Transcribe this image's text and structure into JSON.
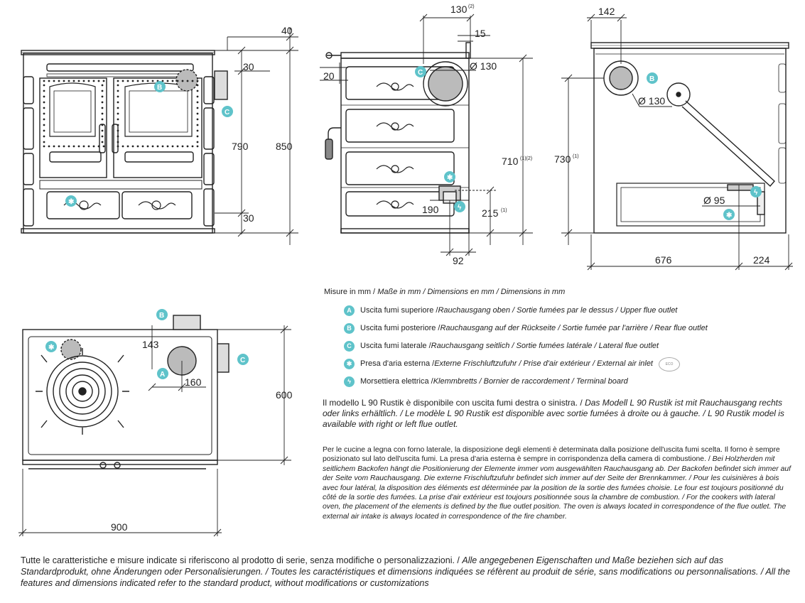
{
  "front_view": {
    "dims": {
      "w40": "40",
      "h30_top": "30",
      "h790": "790",
      "h850": "850",
      "h30_bot": "30"
    },
    "labels": {
      "b": "B",
      "c": "C",
      "air": "✱"
    }
  },
  "side_view": {
    "dims": {
      "w130": "130",
      "w130_sup": "(2)",
      "w15": "15",
      "h20": "20",
      "d130": "Ø 130",
      "h710": "710",
      "h710_sup": "(1)(2)",
      "h190": "190",
      "h215": "215",
      "h215_sup": "(1)",
      "w92": "92"
    },
    "labels": {
      "c": "C",
      "air": "✱",
      "plug": "ϟ"
    }
  },
  "rear_view": {
    "dims": {
      "w142": "142",
      "d130": "Ø 130",
      "h730": "730",
      "h730_sup": "(1)",
      "d95": "Ø 95",
      "w676": "676",
      "w224": "224"
    },
    "labels": {
      "b": "B",
      "air": "✱",
      "plug": "ϟ"
    }
  },
  "top_view": {
    "dims": {
      "w143": "143",
      "w160": "160",
      "h600": "600",
      "w900": "900"
    },
    "labels": {
      "a": "A",
      "b": "B",
      "c": "C",
      "air": "✱"
    }
  },
  "legend": {
    "title": "Misure in mm / ",
    "title_i": "Maße in mm / Dimensions en mm / Dimensions in mm",
    "items": [
      {
        "badge": "A",
        "text": "Uscita fumi superiore / ",
        "text_i": "Rauchausgang oben  / Sortie fumées par le dessus / Upper flue outlet"
      },
      {
        "badge": "B",
        "text": "Uscita fumi posteriore / ",
        "text_i": " Rauchausgang auf der Rückseite / Sortie fumée par l'arrière / Rear flue outlet"
      },
      {
        "badge": "C",
        "text": "Uscita fumi laterale / ",
        "text_i": "Rauchausgang seitlich  / Sortie fumées latérale / Lateral flue outlet"
      },
      {
        "badge": "✱",
        "text": "Presa d'aria esterna / ",
        "text_i": "Externe Frischluftzufuhr / Prise d'air extérieur / External air inlet"
      },
      {
        "badge": "ϟ",
        "text": "Morsettiera elettrica / ",
        "text_i": "Klemmbretts / Bornier de raccordement / Terminal board"
      }
    ],
    "eco_mark": "ECO"
  },
  "paragraph1": {
    "text": "Il modello L 90 Rustik è disponibile con uscita fumi destra o sinistra. / ",
    "text_i": "Das Modell L 90 Rustik ist mit Rauchausgang rechts oder links erhältlich. / Le modèle L 90 Rustik est disponible avec sortie fumées à droite ou à gauche. / L 90 Rustik model is available with right or left flue outlet."
  },
  "paragraph2": {
    "text": "Per le cucine a legna con forno laterale, la disposizione degli elementi è determinata dalla posizione dell'uscita fumi scelta. Il forno è sempre posizionato sul lato dell'uscita fumi. La presa d'aria esterna è sempre in corrispondenza della camera di combustione. / ",
    "text_i": "Bei Holzherden mit seitlichem Backofen hängt die Positionierung der Elemente immer vom ausgewählten Rauchausgang ab. Der Backofen befindet sich immer auf der Seite vom Rauchausgang. Die externe Frischluftzufuhr befindet sich immer auf der Seite der Brennkammer. / Pour les cuisinières à bois avec four latéral, la disposition des éléments est déterminée par la position de la sortie des fumées choisie. Le four est toujours positionné du côté de la sortie des fumées. La prise d'air extérieur est toujours positionnée sous la chambre de combustion. / For the cookers with lateral oven, the placement of the elements is defined by the flue outlet position. The oven is always located in correspondence of the flue outlet. The external air intake is always located in correspondence of the fire chamber."
  },
  "footer": {
    "text": "Tutte le caratteristiche e misure indicate si riferiscono al prodotto di serie, senza modifiche o personalizzazioni. / ",
    "text_i": "Alle angegebenen Eigenschaften und Maße beziehen sich auf das Standardprodukt, ohne Änderungen oder Personalisierungen. / Toutes les caractéristiques et dimensions indiquées se réfèrent au produit de série, sans modifications ou personnalisations. / All the features and dimensions indicated refer to the standard product, without modifications or customizations"
  },
  "colors": {
    "accent": "#5fc3ca",
    "line": "#222222"
  }
}
